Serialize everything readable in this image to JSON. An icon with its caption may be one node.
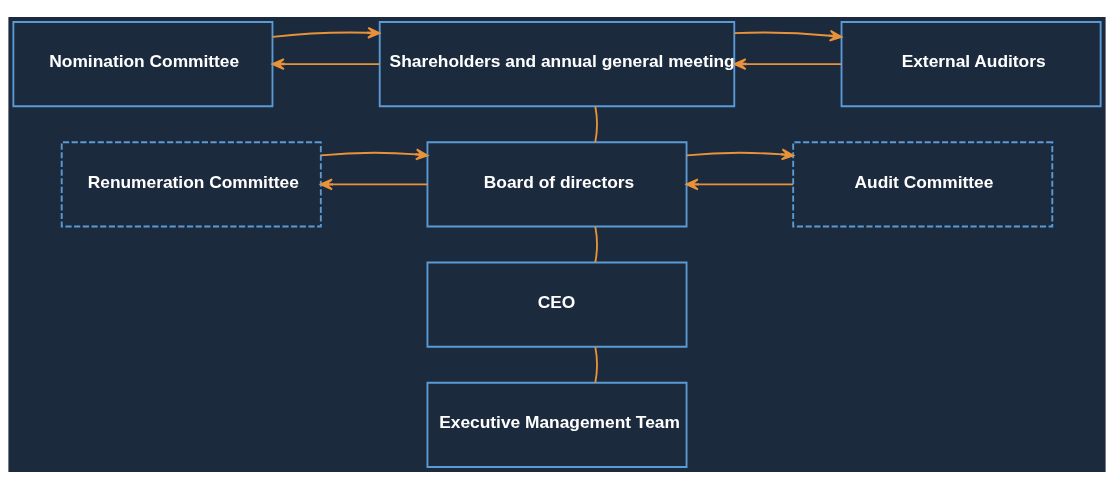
{
  "diagram": {
    "nodes": [
      {
        "text": [
          "Nomination Committee"
        ]
      },
      {
        "text": [
          "Shareholders and annual general meeting"
        ]
      },
      {
        "text": [
          "External Auditors"
        ]
      },
      {
        "text": [
          "Renumeration Committee"
        ]
      },
      {
        "text": [
          "Board of directors"
        ]
      },
      {
        "text": [
          "Audit Committee"
        ]
      },
      {
        "text": [
          "CEO"
        ]
      },
      {
        "text": [
          "Executive Management Team"
        ]
      }
    ],
    "edges": [
      {
        "from": 1,
        "to": 0,
        "arrow": "to"
      },
      {
        "from": 0,
        "to": 1,
        "arrow": "to"
      },
      {
        "from": 2,
        "to": 1,
        "arrow": "to"
      },
      {
        "from": 1,
        "to": 2,
        "arrow": "to"
      },
      {
        "from": 1,
        "to": 4,
        "arrow": "none"
      },
      {
        "from": 4,
        "to": 3,
        "arrow": "to"
      },
      {
        "from": 3,
        "to": 4,
        "arrow": "to"
      },
      {
        "from": 5,
        "to": 4,
        "arrow": "to"
      },
      {
        "from": 4,
        "to": 5,
        "arrow": "to"
      },
      {
        "from": 4,
        "to": 6,
        "arrow": "none"
      },
      {
        "from": 6,
        "to": 7,
        "arrow": "none"
      }
    ]
  }
}
